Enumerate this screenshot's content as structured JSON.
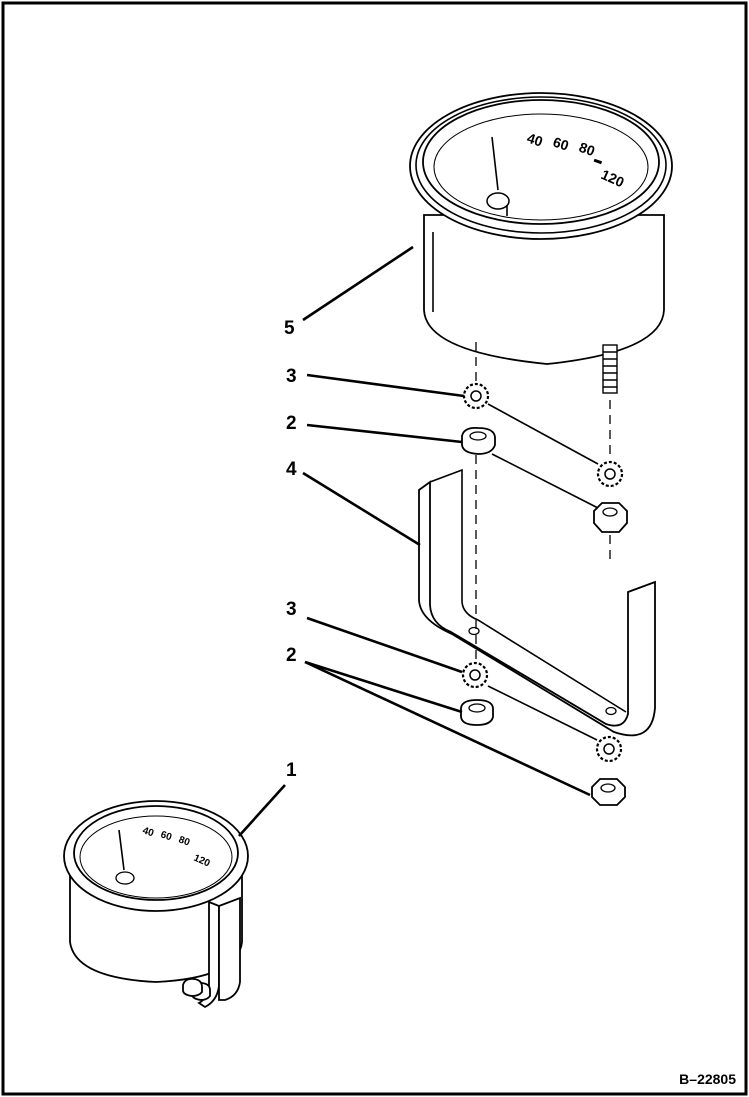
{
  "figure": {
    "reference_id": "B–22805",
    "callouts": [
      {
        "id": "c1",
        "label": "1"
      },
      {
        "id": "c2a",
        "label": "2"
      },
      {
        "id": "c2b",
        "label": "2"
      },
      {
        "id": "c3a",
        "label": "3"
      },
      {
        "id": "c3b",
        "label": "3"
      },
      {
        "id": "c4",
        "label": "4"
      },
      {
        "id": "c5",
        "label": "5"
      }
    ],
    "gauge_large_scale": [
      "40",
      "60",
      "80",
      "120"
    ],
    "gauge_small_scale": [
      "40",
      "60",
      "80",
      "120"
    ]
  }
}
